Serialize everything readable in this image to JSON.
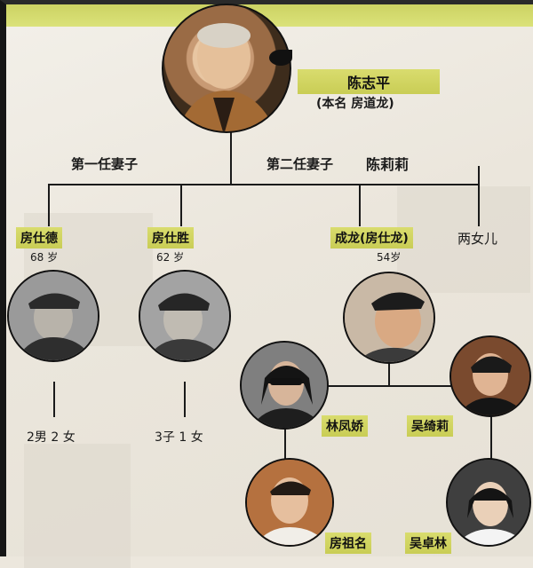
{
  "patriarch": {
    "name": "陈志平",
    "real_name": "(本名 房道龙)"
  },
  "first_wife_label": "第一任妻子",
  "second_wife": {
    "label": "第二任妻子",
    "name": "陈莉莉"
  },
  "children": [
    {
      "name": "房仕德",
      "age": "68 岁",
      "descendants": "2男 2 女"
    },
    {
      "name": "房仕胜",
      "age": "62 岁",
      "descendants": "3子 1 女"
    },
    {
      "name": "成龙(房仕龙)",
      "age": "54岁"
    }
  ],
  "two_daughters": "两女儿",
  "partners": [
    "林凤娇",
    "吴绮莉"
  ],
  "grandchildren": [
    "房祖名",
    "吴卓林"
  ],
  "colors": {
    "tag": "#d2d662",
    "band": "#d3d96c",
    "line": "#1a1a1a"
  }
}
